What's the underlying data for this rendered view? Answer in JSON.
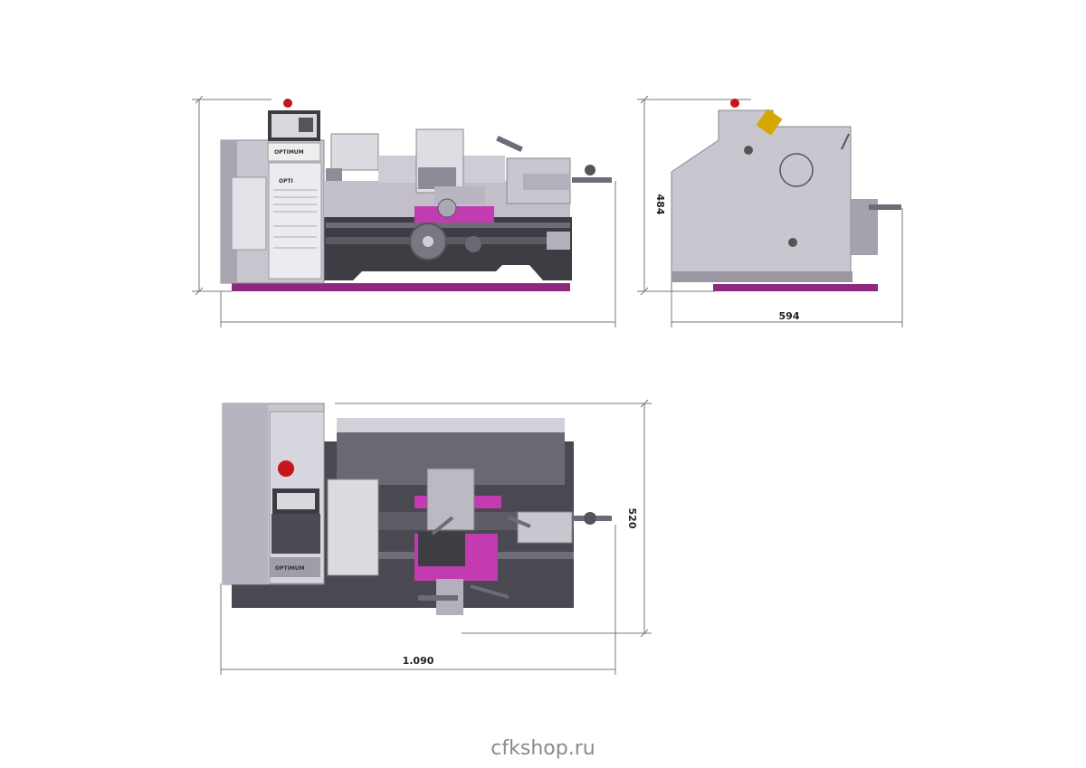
{
  "dimensions": {
    "depth": "594",
    "height": "484",
    "length": "1.090",
    "width": "520"
  },
  "brand_labels": {
    "front_panel": "OPTIMUM",
    "top_panel": "OPTIMUM",
    "lathe_badge": "OPTI"
  },
  "watermark": "cfkshop.ru",
  "colors": {
    "body": "#c9c6d0",
    "body_dark": "#9a97a3",
    "accent": "#8b2a7f",
    "magenta": "#c23bb0",
    "frame": "#3f3d44",
    "estop": "#c8151b",
    "dim_line": "#777777"
  }
}
